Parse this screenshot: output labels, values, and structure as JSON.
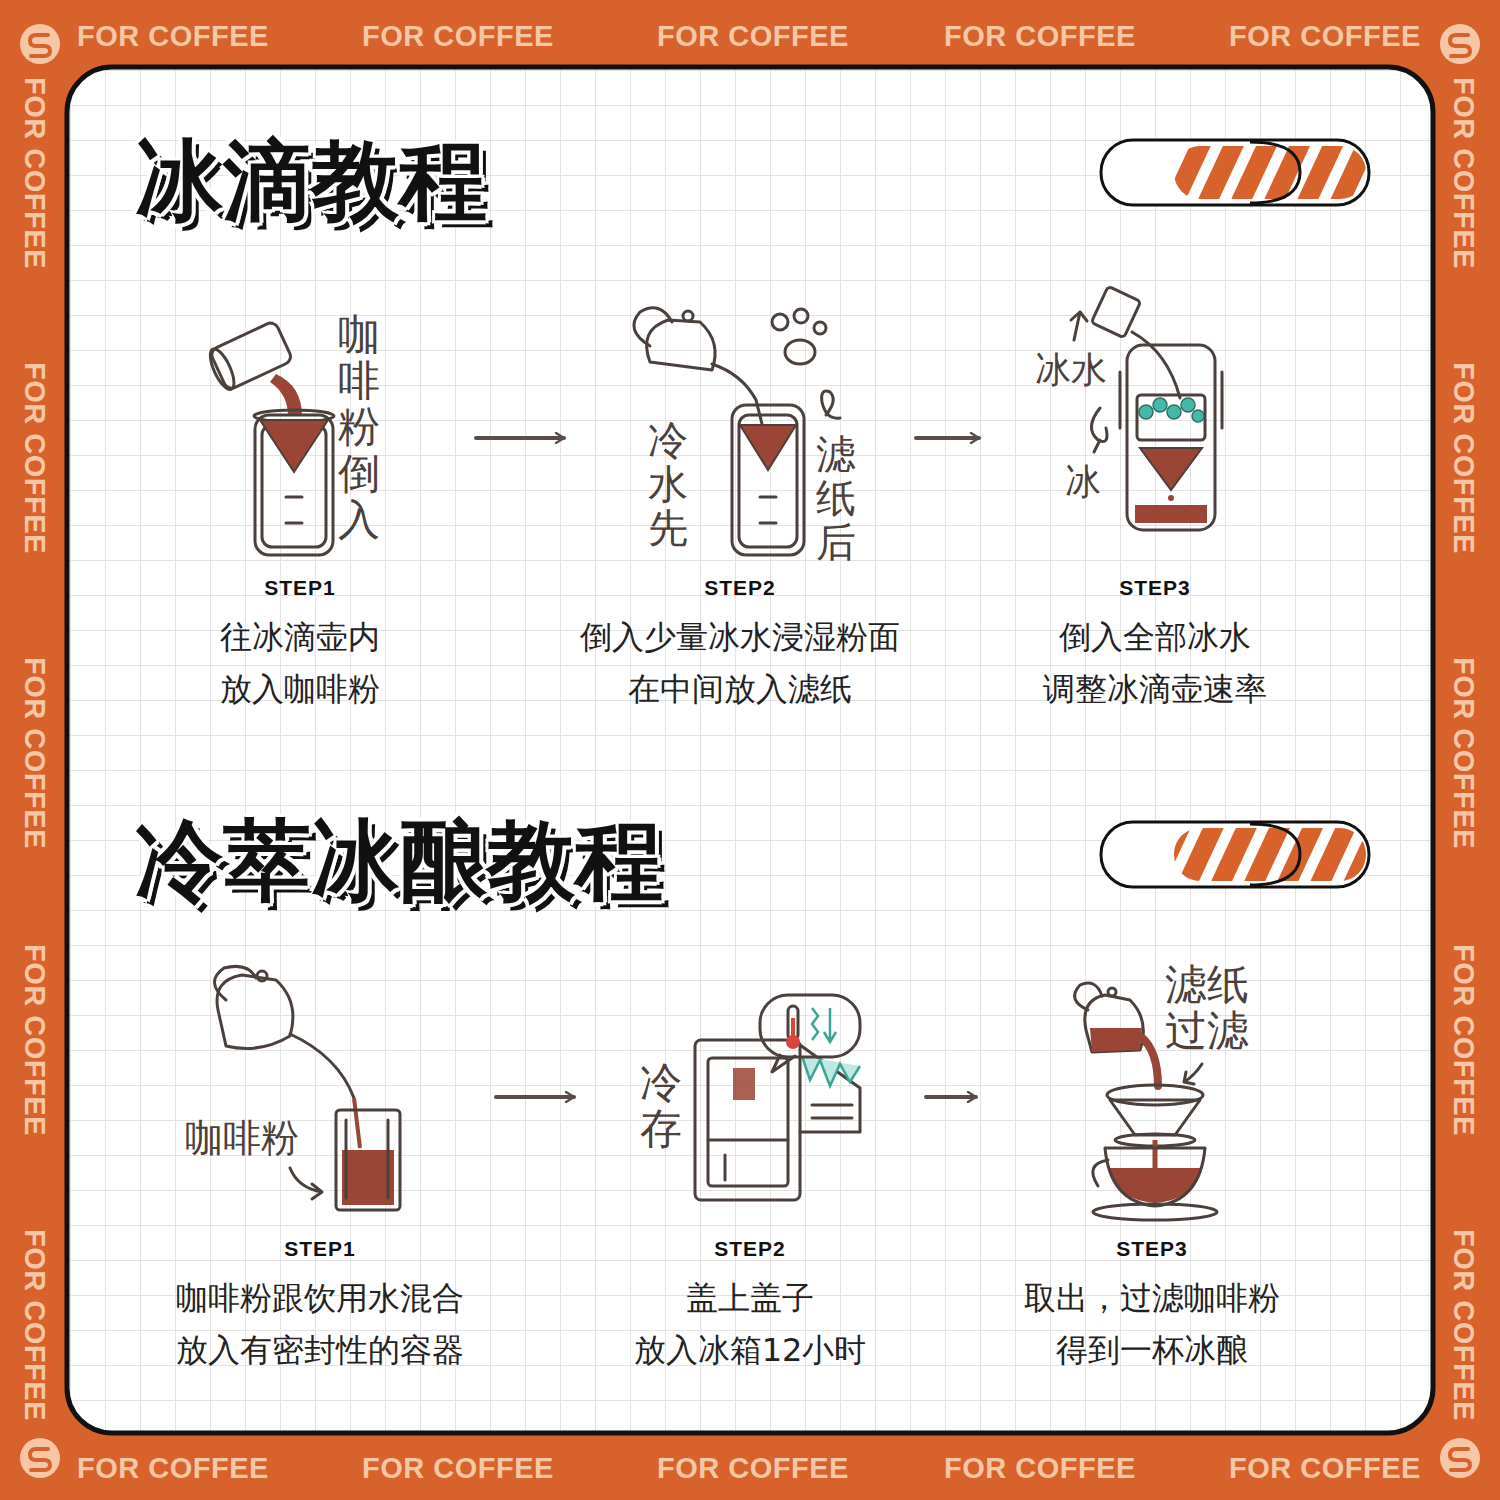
{
  "diagram": {
    "nodes": [
      {
        "text": [
          "冰滴教程"
        ]
      },
      {
        "text": [
          "STEP1",
          "往冰滴壶内 放入咖啡粉"
        ],
        "in": 0
      },
      {
        "text": [
          "STEP2",
          "倒入少量冰水浸湿粉面 在中间放入滤纸"
        ],
        "in": 0
      },
      {
        "text": [
          "STEP3",
          "倒入全部冰水 调整冰滴壶速率"
        ],
        "in": 0
      },
      {
        "text": [
          "冷萃冰酿教程"
        ]
      },
      {
        "text": [
          "STEP1",
          "咖啡粉跟饮用水混合 放入有密封性的容器"
        ],
        "in": 4
      },
      {
        "text": [
          "STEP2",
          "盖上盖子 放入冰箱12小时"
        ],
        "in": 4
      },
      {
        "text": [
          "STEP3",
          "取出，过滤咖啡粉 得到一杯冰酿"
        ],
        "in": 4
      }
    ],
    "edges": [
      {
        "from": 1,
        "to": 2,
        "arrow": "to"
      },
      {
        "from": 2,
        "to": 3,
        "arrow": "to"
      },
      {
        "from": 5,
        "to": 6,
        "arrow": "to"
      },
      {
        "from": 6,
        "to": 7,
        "arrow": "to"
      }
    ],
    "labels": [
      "FOR COFFEE",
      "FOR COFFEE",
      "FOR COFFEE",
      "FOR COFFEE",
      "FOR COFFEE",
      "FOR COFFEE",
      "FOR COFFEE",
      "FOR COFFEE",
      "FOR COFFEE",
      "FOR COFFEE",
      "FOR COFFEE",
      "FOR COFFEE",
      "FOR COFFEE",
      "FOR COFFEE",
      "FOR COFFEE",
      "FOR COFFEE",
      "FOR COFFEE",
      "FOR COFFEE",
      "FOR COFFEE",
      "FOR COFFEE",
      "咖啡粉倒入",
      "冷水先",
      "滤纸后",
      "冰水",
      "冰",
      "咖啡粉",
      "冷存",
      "滤纸 过滤"
    ]
  }
}
